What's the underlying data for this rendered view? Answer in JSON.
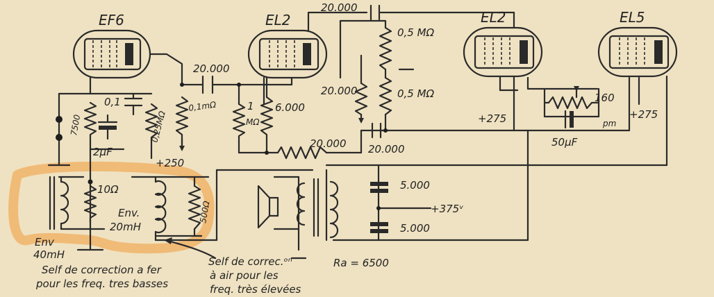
{
  "colors": {
    "paper": "#efe2c2",
    "ink": "#2a2a2a",
    "highlight": "#f0b46a"
  },
  "tubes": [
    {
      "id": "ef6",
      "label": "EF6"
    },
    {
      "id": "el2a",
      "label": "EL2"
    },
    {
      "id": "el2b",
      "label": "EL2"
    },
    {
      "id": "el5",
      "label": "EL5"
    }
  ],
  "components": {
    "cap_20000_top": "20.000",
    "cap_20000_mid": "20.000",
    "cap_20000_lowmid": "20.000",
    "cap_20000_bot": "20.000",
    "res_05m_top": "0,5 MΩ",
    "res_05m_bot": "0,5 MΩ",
    "res_01m": "0,1mΩ",
    "res_1m_a": "1",
    "res_1m_b": "MΩ",
    "res_6000": "6.000",
    "res_20000_h": "20.000",
    "cap_01": "0,1",
    "res_025m": "0,25MΩ",
    "res_7500": "7500",
    "cap_2uf": "2μF",
    "supply_250": "+250",
    "supply_275": "+275",
    "supply_275b": "+275",
    "res_160": "160",
    "cap_50uf": "50μF",
    "res_10": "10Ω",
    "res_500": "500Ω",
    "coil_env_20": "Env.",
    "coil_env_20b": "20mH",
    "coil_env_40": "Env",
    "coil_env_40b": "40mH",
    "cap_5000_top": "5.000",
    "cap_5000_bot": "5.000",
    "supply_375": "+375ᵛ",
    "ra": "Ra = 6500",
    "small_pm": "pm"
  },
  "notes": {
    "iron_line1": "Self de correction a fer",
    "iron_line2": "pour les freq. tres basses",
    "air_line1": "Self de correc.ᵒⁿ",
    "air_line2": "à air pour les",
    "air_line3": "freq. très élevées"
  }
}
